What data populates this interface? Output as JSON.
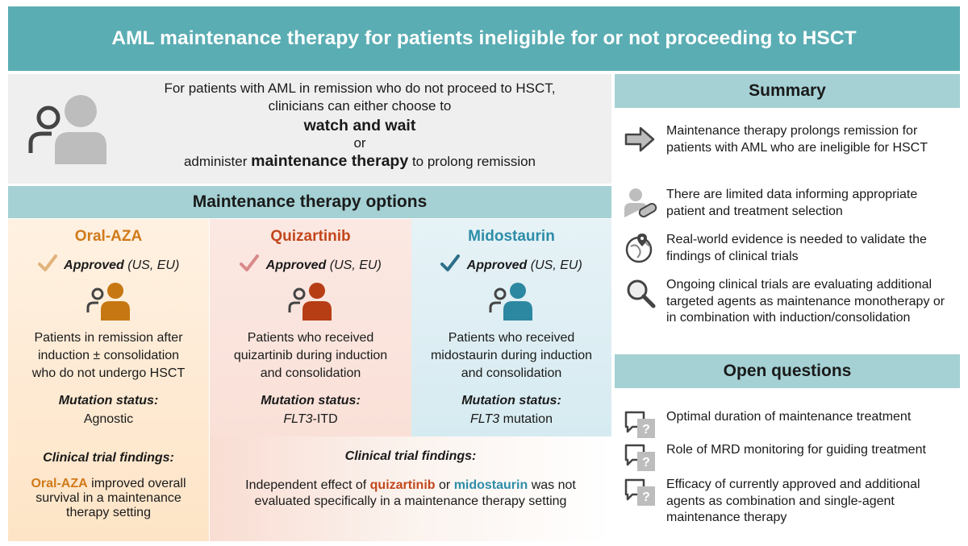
{
  "header": {
    "title": "AML maintenance therapy for patients ineligible for or not proceeding to HSCT"
  },
  "intro": {
    "line1": "For patients with AML in remission who do not proceed to HSCT,",
    "line2": "clinicians can either choose to",
    "watch": "watch and wait",
    "or": "or",
    "administer": "administer",
    "maintenance": "maintenance therapy",
    "prolong": "to prolong remission"
  },
  "options": {
    "title": "Maintenance therapy options",
    "approved_word": "Approved",
    "approved_region": "(US, EU)",
    "mutation_label": "Mutation status:",
    "ctf_label": "Clinical trial findings:",
    "drugs": [
      {
        "name": "Oral-AZA",
        "color": "#d07a1a",
        "desc": "Patients in remission after induction ± consolidation who do not undergo HSCT",
        "mutation": "Agnostic",
        "finding_drug": "Oral-AZA",
        "finding_rest": "improved overall survival in a maintenance therapy setting"
      },
      {
        "name": "Quizartinib",
        "color": "#c2471c",
        "desc": "Patients who received quizartinib during induction and consolidation",
        "mutation_gene": "FLT3",
        "mutation_rest": "-ITD"
      },
      {
        "name": "Midostaurin",
        "color": "#2d8da8",
        "desc": "Patients who received midostaurin during induction and consolidation",
        "mutation_gene": "FLT3",
        "mutation_rest": "mutation"
      }
    ],
    "shared_finding": {
      "pre": "Independent effect of",
      "drug1": "quizartinib",
      "or": "or",
      "drug2": "midostaurin",
      "post1": "was not",
      "post2": "evaluated specifically in a maintenance therapy setting"
    }
  },
  "summary": {
    "title": "Summary",
    "items": [
      {
        "icon": "arrow-right-icon",
        "text": "Maintenance therapy prolongs remission for patients with AML who are ineligible for HSCT"
      },
      {
        "icon": "patient-pill-icon",
        "text": "There are limited data informing appropriate patient and treatment selection"
      },
      {
        "icon": "globe-pin-icon",
        "text": "Real-world evidence is needed to validate the findings of clinical trials"
      },
      {
        "icon": "magnifier-icon",
        "text": "Ongoing clinical trials are evaluating additional targeted agents as maintenance monotherapy or in combination with induction/consolidation"
      }
    ]
  },
  "open_questions": {
    "title": "Open questions",
    "items": [
      {
        "icon": "question-bubble-icon",
        "text": "Optimal duration of maintenance treatment"
      },
      {
        "icon": "question-bubble-icon",
        "text": "Role of MRD monitoring for guiding treatment"
      },
      {
        "icon": "question-bubble-icon",
        "text": "Efficacy of currently approved and additional agents as combination and single-agent maintenance therapy"
      }
    ]
  }
}
